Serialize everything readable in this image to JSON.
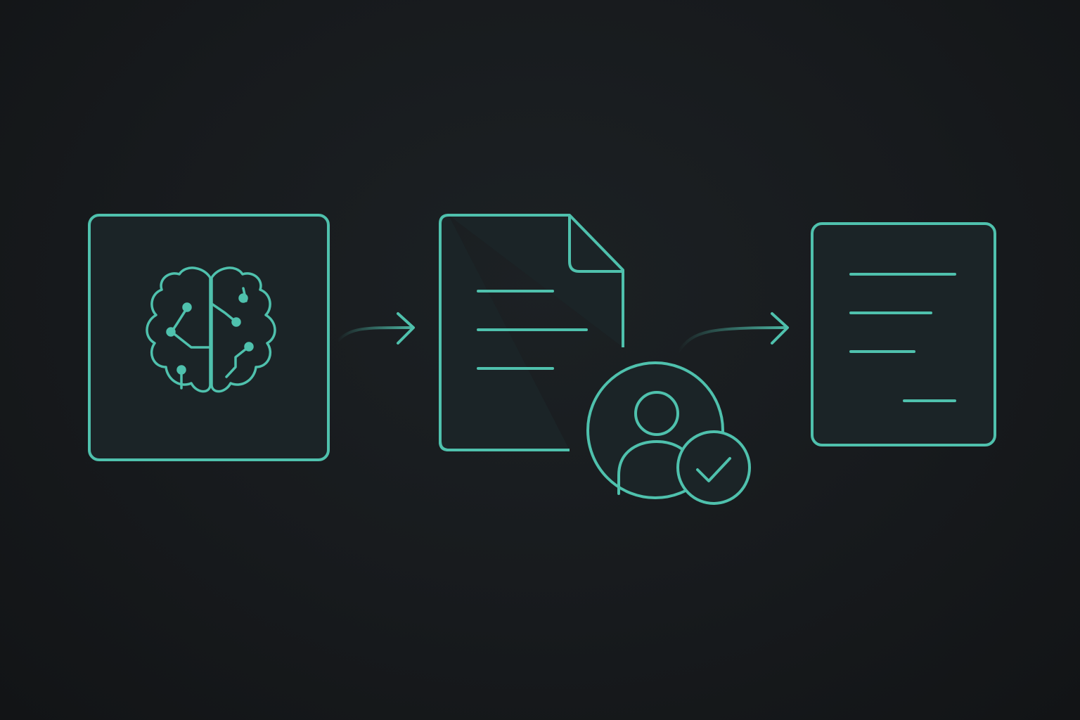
{
  "diagram": {
    "background": "#16191c",
    "accent": "#4fc1ad",
    "card_fill": "#1b2427",
    "nodes": [
      {
        "id": "ai-model",
        "icon": "brain-circuit-icon"
      },
      {
        "id": "draft-document",
        "icon": "document-folded-corner-icon"
      },
      {
        "id": "human-review",
        "icon": "user-check-icon"
      },
      {
        "id": "final-document",
        "icon": "document-lines-icon"
      }
    ],
    "edges": [
      {
        "from": "ai-model",
        "to": "draft-document"
      },
      {
        "from": "draft-document",
        "to": "final-document"
      }
    ]
  }
}
